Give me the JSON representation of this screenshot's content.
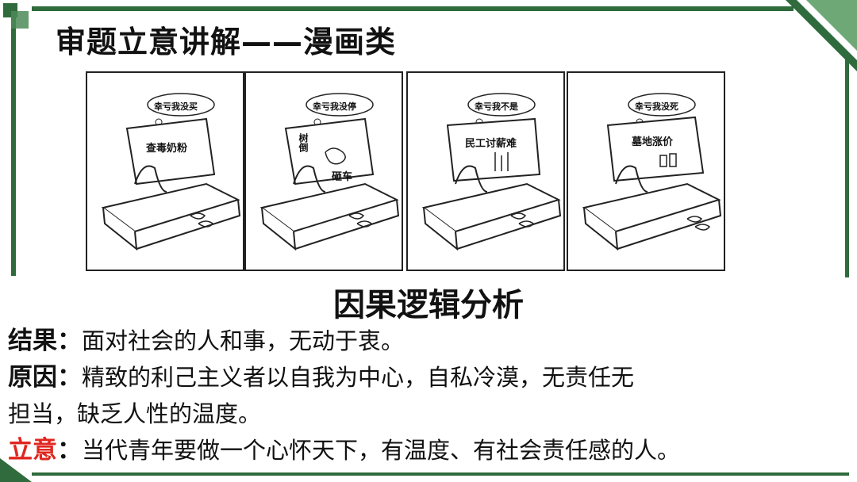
{
  "title": "审题立意讲解——漫画类",
  "comic": {
    "panels": [
      {
        "bubble": "幸亏我没买",
        "paper": "查毒奶粉",
        "extra": ""
      },
      {
        "bubble": "幸亏我没停",
        "paper": "树倒",
        "extra": "砸车"
      },
      {
        "bubble": "幸亏我不是",
        "paper": "民工讨薪难",
        "extra": ""
      },
      {
        "bubble": "幸亏我没死",
        "paper": "墓地涨价",
        "extra": ""
      }
    ]
  },
  "section_heading": "因果逻辑分析",
  "lines": [
    {
      "label": "结果",
      "colon": "：",
      "text": "面对社会的人和事，无动于衷。"
    },
    {
      "label": "原因",
      "colon": "：",
      "text": "精致的利己主义者以自我为中心，自私冷漠，无责任无"
    },
    {
      "label": "",
      "colon": "",
      "text": "担当，缺乏人性的温度。"
    },
    {
      "label": "立意",
      "colon": "：",
      "text": "当代青年要做一个心怀天下，有温度、有社会责任感的人。"
    }
  ],
  "colors": {
    "frame": "#2f6b3c",
    "accent_red": "#e0261f"
  }
}
